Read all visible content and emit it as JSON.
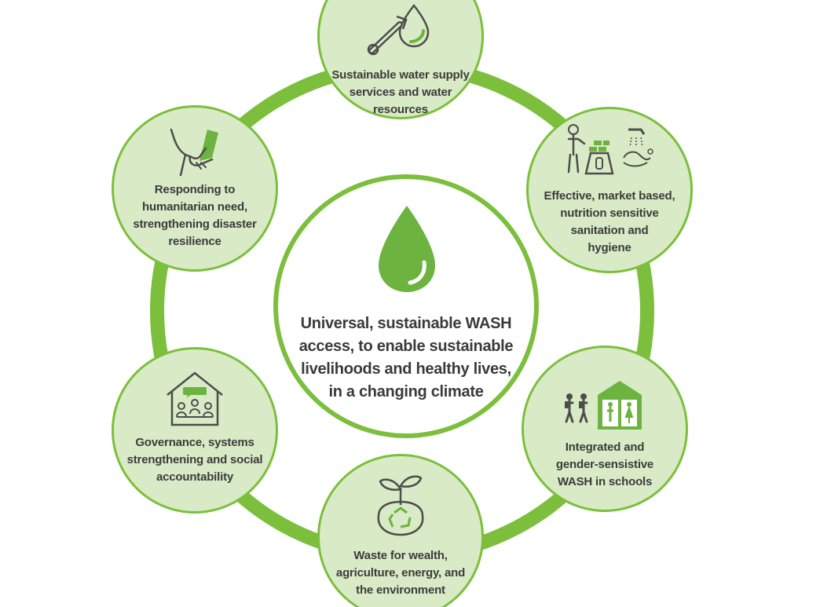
{
  "colors": {
    "ring": "#7cbf3c",
    "node_fill": "#d9ebc6",
    "icon": "#4d4d4d",
    "accent": "#6db33f",
    "text": "#3b3b3b"
  },
  "center": {
    "icon": "water-drop-icon",
    "text": "Universal, sustainable WASH\naccess, to enable sustainable\nlivelihoods and healthy lives,\nin a changing climate"
  },
  "nodes": [
    {
      "id": "water",
      "icon": "wrench-drop-icon",
      "label": "Sustainable water supply\nservices and water\nresources"
    },
    {
      "id": "sanitation",
      "icon": "sanitation-hygiene-icon",
      "label": "Effective, market based,\nnutrition sensitive\nsanitation and\nhygiene"
    },
    {
      "id": "schools",
      "icon": "school-toilets-icon",
      "label": "Integrated and\ngender-sensistive\nWASH in schools"
    },
    {
      "id": "waste",
      "icon": "sprout-recycle-icon",
      "label": "Waste for wealth,\nagriculture, energy, and\nthe environment"
    },
    {
      "id": "governance",
      "icon": "community-house-icon",
      "label": "Governance, systems\nstrengthening and social\naccountability"
    },
    {
      "id": "humanitarian",
      "icon": "helping-hands-icon",
      "label": "Responding to\nhumanitarian need,\nstrengthening disaster\nresilience"
    }
  ]
}
